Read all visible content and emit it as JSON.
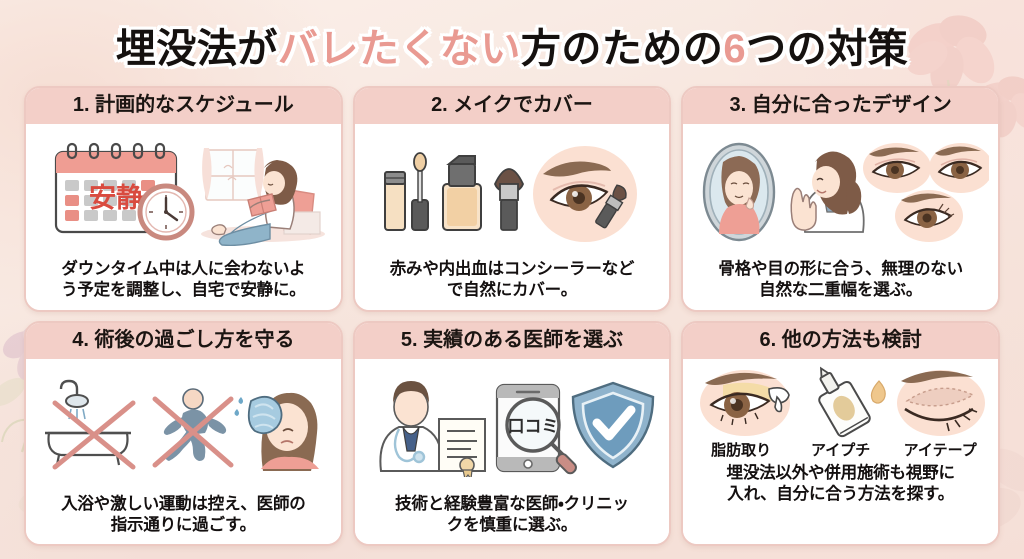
{
  "title": {
    "part1": "埋没法が",
    "highlight1": "バレたくない",
    "part2": "方のための",
    "highlight2": "6",
    "part3": "つの対策",
    "full": "埋没法がバレたくない方のための6つの対策"
  },
  "colors": {
    "accent_pink": "#e99a92",
    "card_header": "#f3cfc8",
    "card_border": "#edc9c2",
    "background": "#f7e6de",
    "text_dark": "#141010"
  },
  "cards": [
    {
      "number": "1.",
      "heading": "1. 計画的なスケジュール",
      "caption_lines": [
        "ダウンタイム中は人に会わないよ",
        "う予定を調整し、自宅で安静に。"
      ],
      "icons": [
        "calendar-icon",
        "clock-icon",
        "woman-resting-icon"
      ],
      "calendar_label": "安静"
    },
    {
      "number": "2.",
      "heading": "2. メイクでカバー",
      "caption_lines": [
        "赤みや内出血はコンシーラーなど",
        "で自然にカバー。"
      ],
      "icons": [
        "concealer-icon",
        "foundation-bottle-icon",
        "makeup-brush-icon",
        "eye-makeup-icon"
      ]
    },
    {
      "number": "3.",
      "heading": "3. 自分に合ったデザイン",
      "caption_lines": [
        "骨格や目の形に合う、無理のない",
        "自然な二重幅を選ぶ。"
      ],
      "icons": [
        "mirror-icon",
        "doctor-woman-icon",
        "eye-design-icon"
      ]
    },
    {
      "number": "4.",
      "heading": "4. 術後の過ごし方を守る",
      "caption_lines": [
        "入浴や激しい運動は控え、医師の",
        "指示通りに過ごす。"
      ],
      "icons": [
        "bathtub-prohibited-icon",
        "running-prohibited-icon",
        "cooling-compress-icon"
      ]
    },
    {
      "number": "5.",
      "heading": "5. 実績のある医師を選ぶ",
      "caption_lines": [
        "技術と経験豊富な医師・クリニッ",
        "クを慎重に選ぶ。"
      ],
      "icons": [
        "doctor-certificate-icon",
        "smartphone-review-icon",
        "shield-check-icon"
      ],
      "phone_label": "口コミ"
    },
    {
      "number": "6.",
      "heading": "6. 他の方法も検討",
      "caption_lines": [
        "埋没法以外や併用施術も視野に",
        "入れ、自分に合う方法を探す。"
      ],
      "icons": [
        "fat-removal-eye-icon",
        "eye-glue-tube-icon",
        "eye-tape-icon"
      ],
      "sublabels": [
        "脂肪取り",
        "アイプチ",
        "アイテープ"
      ]
    }
  ]
}
